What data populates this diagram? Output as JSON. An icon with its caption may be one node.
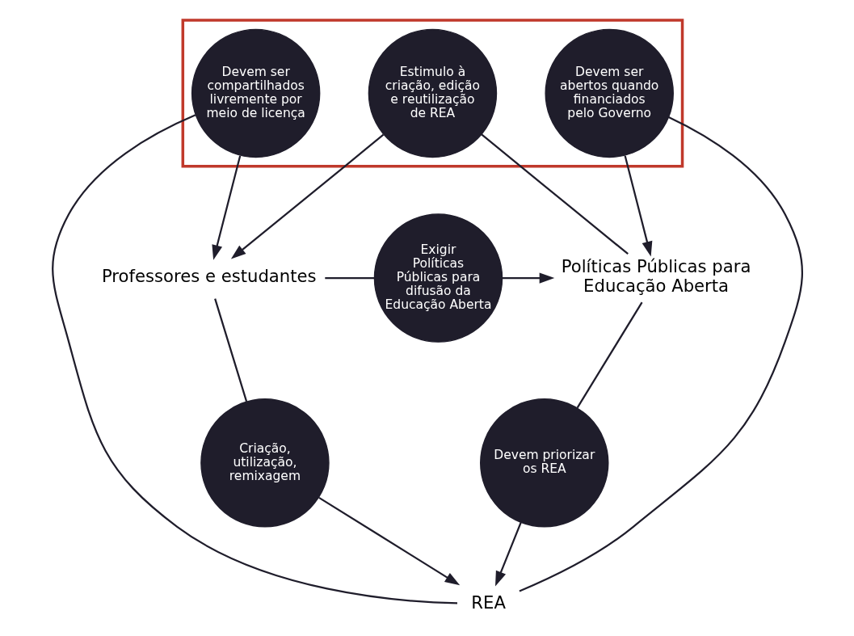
{
  "diagram": {
    "nodes": [
      {
        "text": [
          "REA"
        ]
      },
      {
        "text": [
          "Devem priorizar os REA"
        ]
      },
      {
        "text": [
          "Criação, utilização, remixagem"
        ]
      },
      {
        "text": [],
        "shape": "triangle"
      },
      {
        "text": [
          "Devem ser abertos quando financiados pelo Governo"
        ],
        "in": 3
      },
      {
        "text": [
          "Devem ser compartilhados livremente por meio de licença"
        ],
        "in": 3
      },
      {
        "text": [
          "Estimulo à criação, edição e reutilização de REA"
        ],
        "in": 3
      },
      {
        "text": [
          "Políticas Públicas para Educação Aberta"
        ]
      },
      {
        "text": [
          "Exigir Políticas Públicas para difusão da Educação Aberta"
        ]
      },
      {
        "text": [
          "Professores e estudantes"
        ]
      }
    ],
    "edges": [
      {
        "from": 7,
        "to": 1,
        "arrow": "none"
      },
      {
        "from": 1,
        "to": 0,
        "arrow": "to"
      },
      {
        "from": 9,
        "to": 2,
        "arrow": "none"
      },
      {
        "from": 2,
        "to": 0,
        "arrow": "to"
      },
      {
        "from": 0,
        "to": 4,
        "arrow": "none"
      },
      {
        "from": 4,
        "to": 7,
        "arrow": "to"
      },
      {
        "from": 0,
        "to": 5,
        "arrow": "none"
      },
      {
        "from": 5,
        "to": 9,
        "arrow": "to"
      },
      {
        "from": 7,
        "to": 6,
        "arrow": "none"
      },
      {
        "from": 6,
        "to": 9,
        "arrow": "to"
      },
      {
        "from": 9,
        "to": 8,
        "arrow": "none"
      },
      {
        "from": 8,
        "to": 7,
        "arrow": "to"
      }
    ]
  }
}
